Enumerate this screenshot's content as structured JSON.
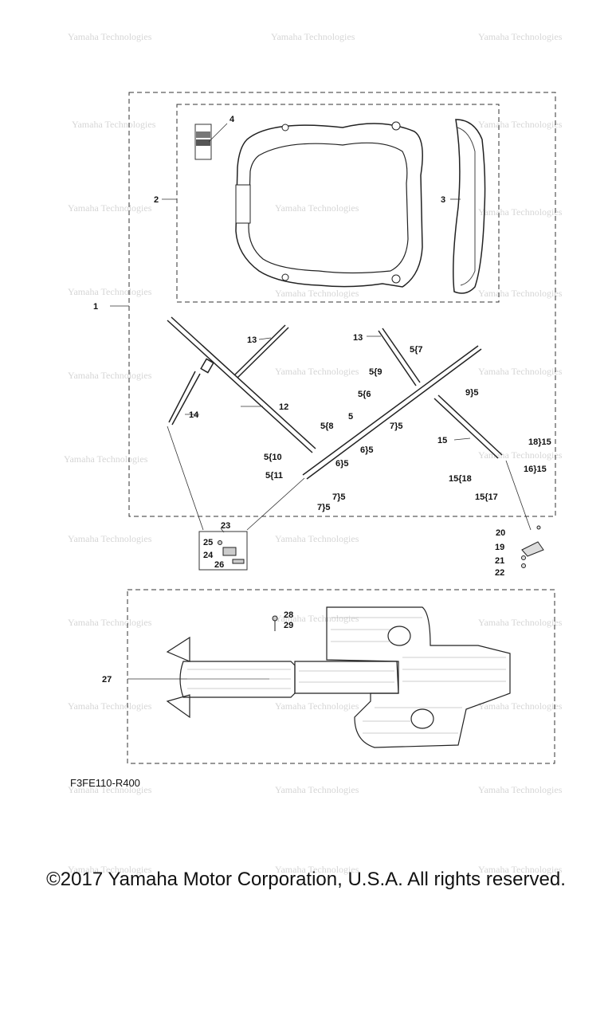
{
  "diagram_code": "F3FE110-R400",
  "copyright": "©2017 Yamaha Motor Corporation, U.S.A. All rights reserved.",
  "watermark": "Yamaha Technologies",
  "labels": {
    "l1": "1",
    "l2": "2",
    "l3": "3",
    "l4": "4",
    "l5": "5",
    "l5_6": "5{6",
    "l5_7": "5{7",
    "l5_8": "5{8",
    "l5_9": "5{9",
    "l5_10": "5{10",
    "l5_11": "5{11",
    "l6_5": "6}5",
    "l6_5b": "6}5",
    "l7_5a": "7}5",
    "l7_5b": "7}5",
    "l7_5c": "7}5",
    "l9_5": "9}5",
    "l12": "12",
    "l13a": "13",
    "l13b": "13",
    "l14": "14",
    "l15": "15",
    "l15_17": "15{17",
    "l15_18": "15{18",
    "l16_15": "16}15",
    "l18_15": "18}15",
    "l19": "19",
    "l20": "20",
    "l21": "21",
    "l22": "22",
    "l23": "23",
    "l24": "24",
    "l25": "25",
    "l26": "26",
    "l27": "27",
    "l28": "28",
    "l29": "29"
  }
}
